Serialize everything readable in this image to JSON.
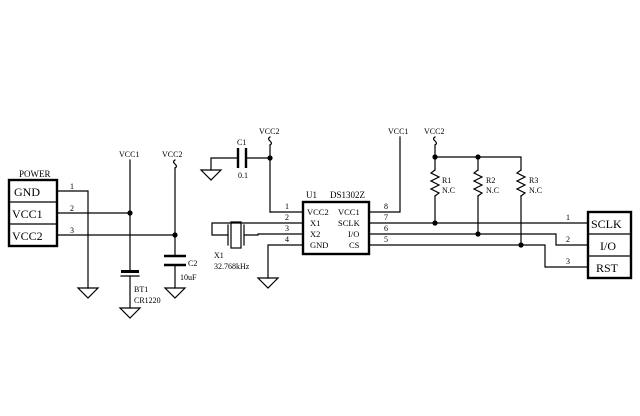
{
  "power_connector": {
    "title": "POWER",
    "pins": [
      {
        "label": "GND",
        "num": "1"
      },
      {
        "label": "VCC1",
        "num": "2"
      },
      {
        "label": "VCC2",
        "num": "3"
      }
    ]
  },
  "net_vcc1": "VCC1",
  "net_vcc2": "VCC2",
  "battery": {
    "ref": "BT1",
    "value": "CR1220"
  },
  "c2": {
    "ref": "C2",
    "value": "10uF"
  },
  "c1": {
    "ref": "C1",
    "value": "0.1"
  },
  "crystal": {
    "ref": "X1",
    "value": "32.768kHz"
  },
  "ic": {
    "ref": "U1",
    "part": "DS1302Z",
    "left_pins": [
      {
        "num": "1",
        "name": "VCC2"
      },
      {
        "num": "2",
        "name": "X1"
      },
      {
        "num": "3",
        "name": "X2"
      },
      {
        "num": "4",
        "name": "GND"
      }
    ],
    "right_pins": [
      {
        "num": "8",
        "name": "VCC1"
      },
      {
        "num": "7",
        "name": "SCLK"
      },
      {
        "num": "6",
        "name": "I/O"
      },
      {
        "num": "5",
        "name": "CS"
      }
    ]
  },
  "resistors": [
    {
      "ref": "R1",
      "value": "N.C"
    },
    {
      "ref": "R2",
      "value": "N.C"
    },
    {
      "ref": "R3",
      "value": "N.C"
    }
  ],
  "io_connector": {
    "pins": [
      {
        "label": "SCLK",
        "num": "1"
      },
      {
        "label": "I/O",
        "num": "2"
      },
      {
        "label": "RST",
        "num": "3"
      }
    ]
  }
}
